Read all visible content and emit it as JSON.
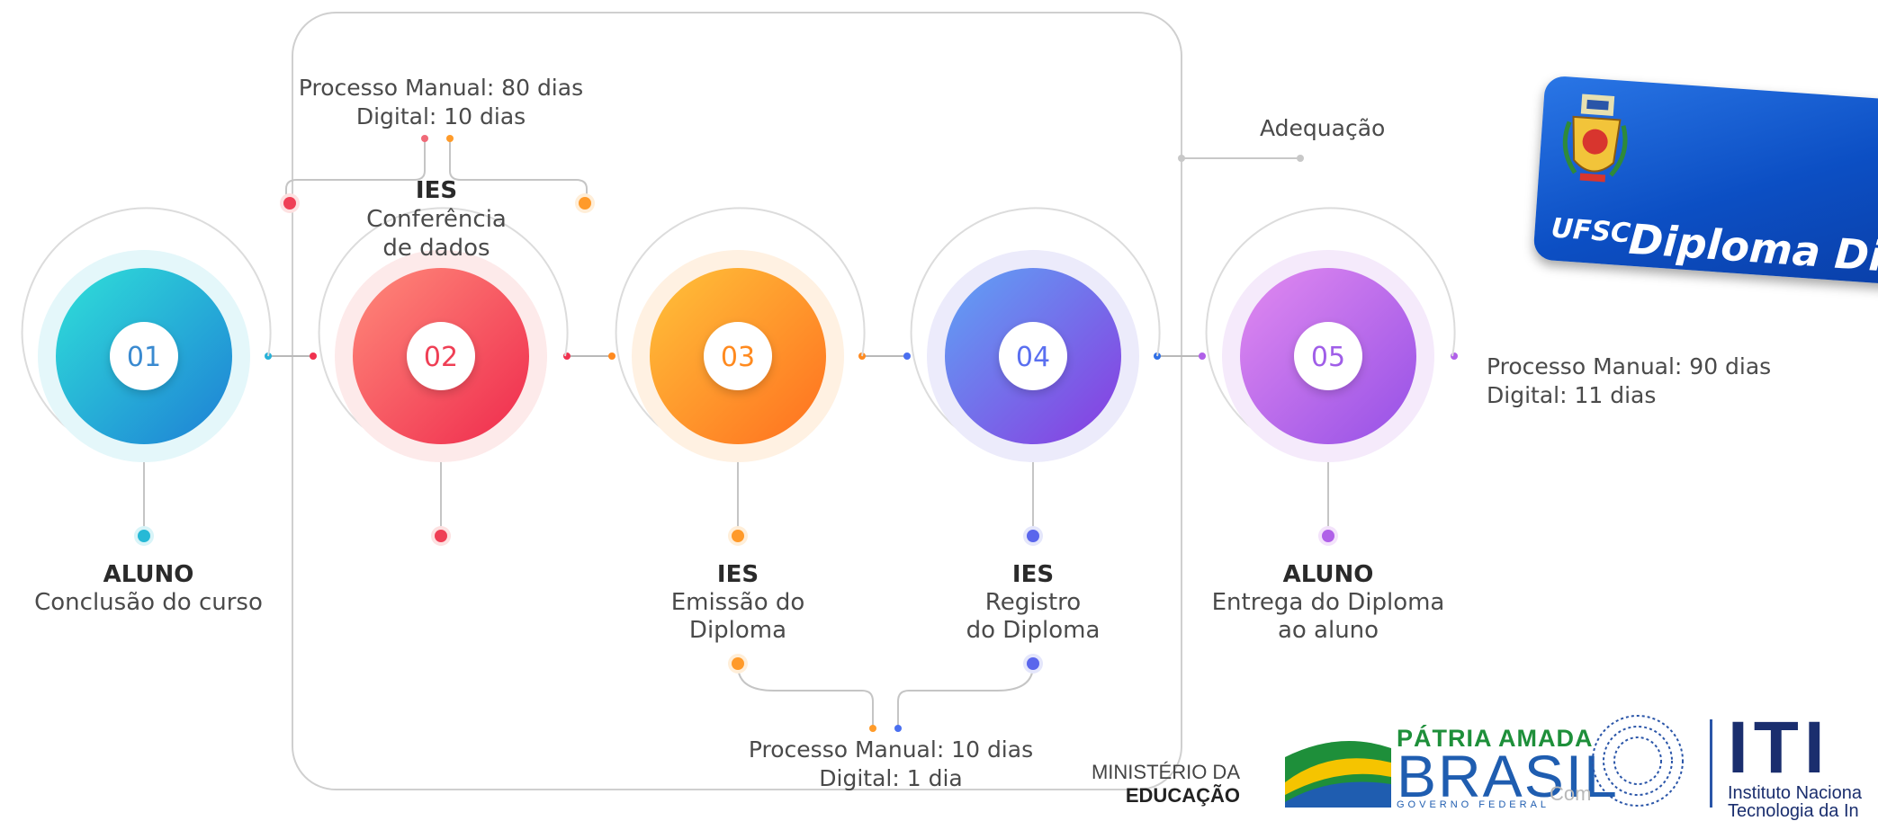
{
  "steps": [
    {
      "number": "01",
      "actor": "ALUNO",
      "desc_lines": [
        "Conclusão do curso"
      ]
    },
    {
      "number": "02",
      "actor": "",
      "desc_lines": []
    },
    {
      "number": "03",
      "actor": "IES",
      "desc_lines": [
        "Emissão do",
        "Diploma"
      ]
    },
    {
      "number": "04",
      "actor": "IES",
      "desc_lines": [
        "Registro",
        "do Diploma"
      ]
    },
    {
      "number": "05",
      "actor": "ALUNO",
      "desc_lines": [
        "Entrega do Diploma",
        "ao aluno"
      ]
    }
  ],
  "top_step": {
    "actor": "IES",
    "desc_lines": [
      "Conferência",
      "de dados"
    ]
  },
  "notes": {
    "step2": [
      "Processo Manual: 80 dias",
      "Digital: 10 dias"
    ],
    "step5": [
      "Processo Manual: 90 dias",
      "Digital: 11 dias"
    ],
    "steps34": [
      "Processo Manual: 10 dias",
      "Digital: 1 dia"
    ],
    "adequacao": "Adequação"
  },
  "badge": {
    "ufsc": "UFSC",
    "title": "Diploma Digi"
  },
  "footer": {
    "ministerio_line1": "MINISTÉRIO DA",
    "ministerio_line2": "EDUCAÇÃO",
    "patria": "PÁTRIA AMADA",
    "brasil": "BRASIL",
    "governo": "GOVERNO FEDERAL",
    "iti": "ITI",
    "iti_line1": "Instituto Naciona",
    "iti_line2": "Tecnologia da In",
    "overlap": "Com"
  },
  "colors": {
    "step1": [
      "#2fd3e0",
      "#1e9bd6"
    ],
    "step2": [
      "#ff7a73",
      "#f0324f"
    ],
    "step3": [
      "#ffb13b",
      "#ff7d1f"
    ],
    "step4": [
      "#6f8bf5",
      "#7a3fe0"
    ],
    "step5": [
      "#d07cf0",
      "#9b52e6"
    ]
  }
}
